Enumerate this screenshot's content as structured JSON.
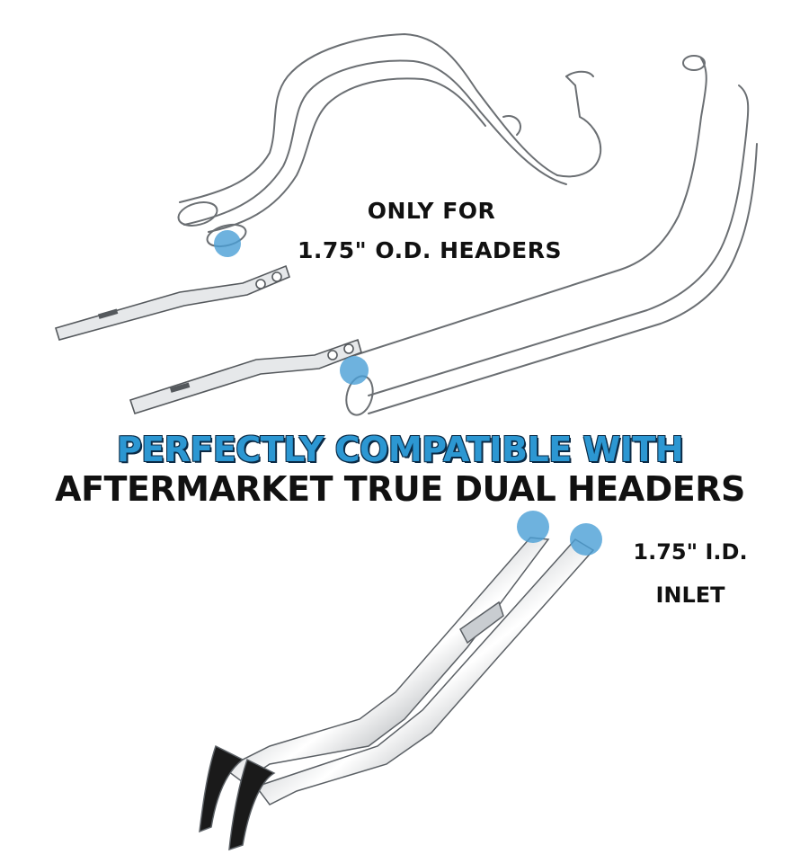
{
  "callouts": {
    "top_line1": "ONLY FOR",
    "top_line2": "1.75\" O.D. HEADERS",
    "bottom_line1": "1.75\" I.D.",
    "bottom_line2": "INLET"
  },
  "headline": {
    "line1": "PERFECTLY COMPATIBLE WITH",
    "line2": "AFTERMARKET TRUE DUAL HEADERS"
  },
  "colors": {
    "accent_blue": "#2c97d2",
    "marker_blue": "#4a9fd6",
    "chrome_dark": "#6e7378",
    "text": "#111111"
  }
}
